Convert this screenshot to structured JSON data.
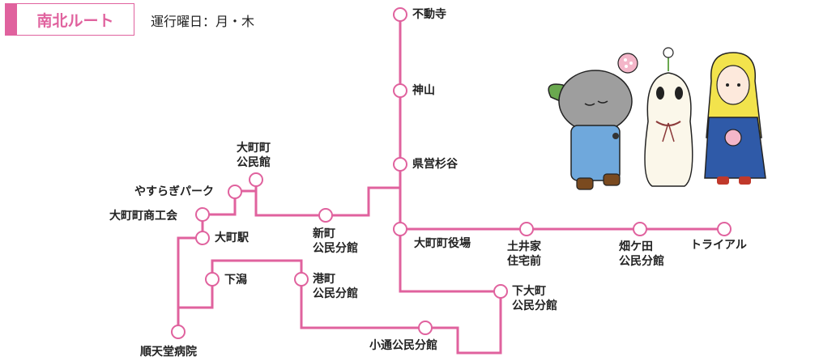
{
  "header": {
    "route_name": "南北ルート",
    "operating_days": "運行曜日：月・木"
  },
  "colors": {
    "route_line": "#e0629e",
    "stop_fill": "#ffffff",
    "text": "#222222"
  },
  "stops": [
    {
      "id": "fudoji",
      "label": "不動寺"
    },
    {
      "id": "kamiyama",
      "label": "神山"
    },
    {
      "id": "kenei-sugitani",
      "label": "県営杉谷"
    },
    {
      "id": "omachi-machiyakuba",
      "label": "大町町役場"
    },
    {
      "id": "tsuchii-jutaku",
      "label": "土井家\n住宅前"
    },
    {
      "id": "hatakeda-kominkan",
      "label": "畑ケ田\n公民分館"
    },
    {
      "id": "trial",
      "label": "トライアル"
    },
    {
      "id": "shimo-omachi-kominkan",
      "label": "下大町\n公民分館"
    },
    {
      "id": "kodori-kominkan",
      "label": "小通公民分館"
    },
    {
      "id": "minatomachi-kominkan",
      "label": "港町\n公民分館"
    },
    {
      "id": "shimogata",
      "label": "下潟"
    },
    {
      "id": "juntendo-byoin",
      "label": "順天堂病院"
    },
    {
      "id": "omachi-eki",
      "label": "大町駅"
    },
    {
      "id": "omachi-shokokai",
      "label": "大町町商工会"
    },
    {
      "id": "yasuragi-park",
      "label": "やすらぎパーク"
    },
    {
      "id": "omachi-kominkan",
      "label": "大町町\n公民館"
    },
    {
      "id": "shinmachi-kominkan",
      "label": "新町\n公民分館"
    }
  ],
  "mascots": {
    "count": 3
  }
}
